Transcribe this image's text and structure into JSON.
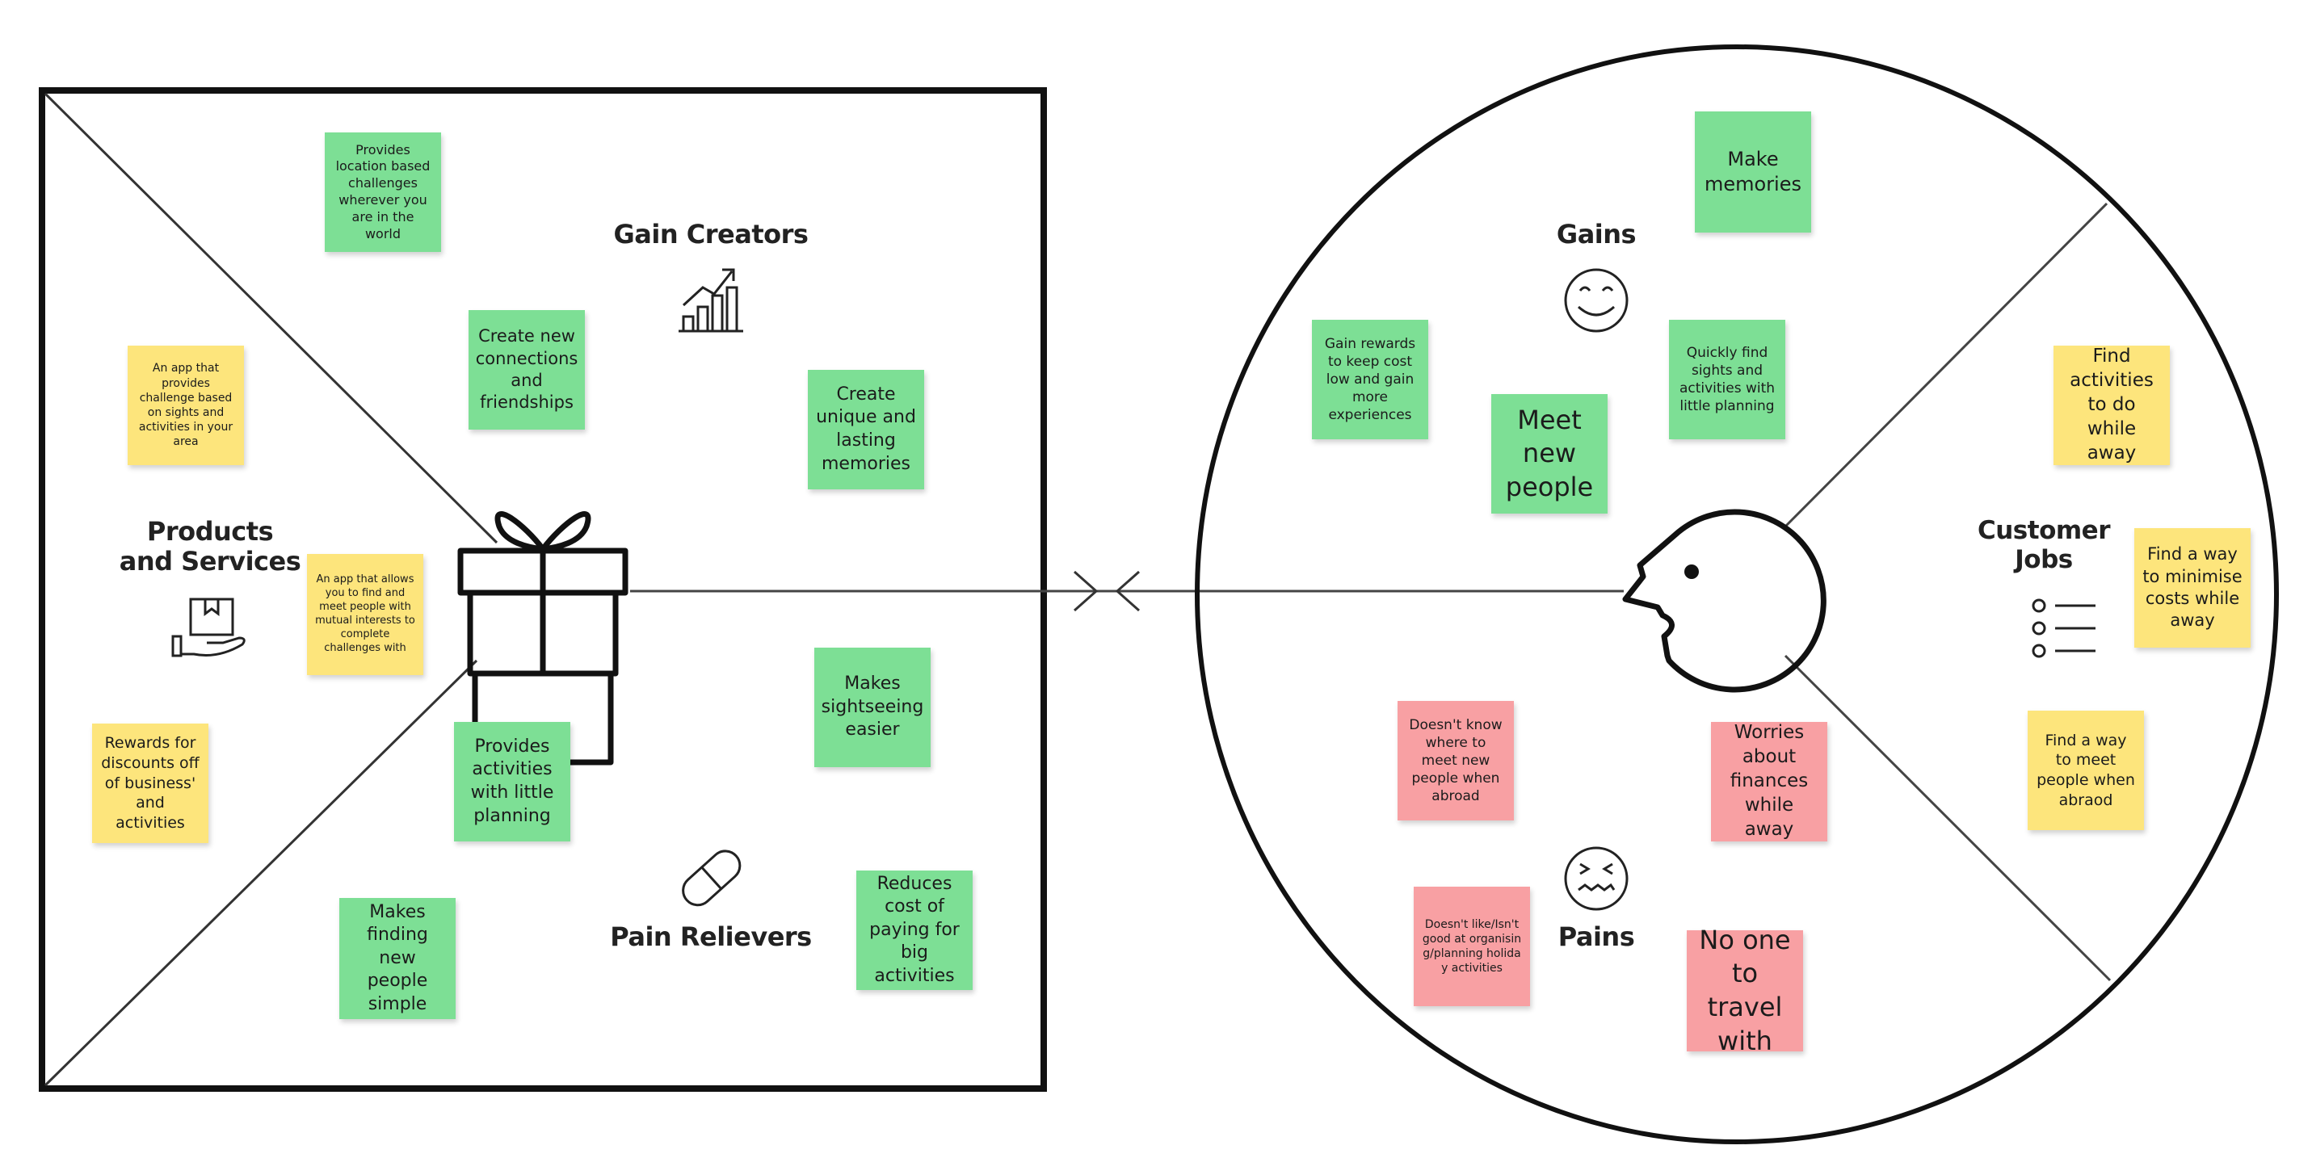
{
  "value_map": {
    "gain_creators": {
      "title": "Gain Creators",
      "notes": [
        "Provides location based challenges wherever you are in the world",
        "Create new connections and friendships",
        "Create unique and lasting memories"
      ]
    },
    "products_services": {
      "title_line1": "Products",
      "title_line2": "and Services",
      "notes": [
        "An app that provides challenge based on sights and activities in your area",
        "An app that allows you to find and meet people with mutual interests to complete challenges with",
        "Rewards for discounts off of business' and activities"
      ]
    },
    "pain_relievers": {
      "title": "Pain Relievers",
      "notes": [
        "Makes sightseeing easier",
        "Provides activities with little planning",
        "Makes finding new people simple",
        "Reduces cost of paying for big activities"
      ]
    }
  },
  "customer_profile": {
    "gains": {
      "title": "Gains",
      "notes": [
        "Make memories",
        "Gain rewards to keep cost low and gain more experiences",
        "Quickly find sights and activities with little planning",
        "Meet new people"
      ]
    },
    "customer_jobs": {
      "title_line1": "Customer",
      "title_line2": "Jobs",
      "notes": [
        "Find activities to do while away",
        "Find a way to minimise costs while away",
        "Find a way to meet people when abraod"
      ]
    },
    "pains": {
      "title": "Pains",
      "notes": [
        "Doesn't know where to meet new people when abroad",
        "Worries about finances while away",
        "Doesn't like/Isn't good at organising/planning holiday activities",
        "No one to travel with"
      ]
    }
  },
  "colors": {
    "gain_note": "#7ddf95",
    "product_note": "#fde57c",
    "pain_note": "#f8a0a3",
    "line": "#111111"
  }
}
